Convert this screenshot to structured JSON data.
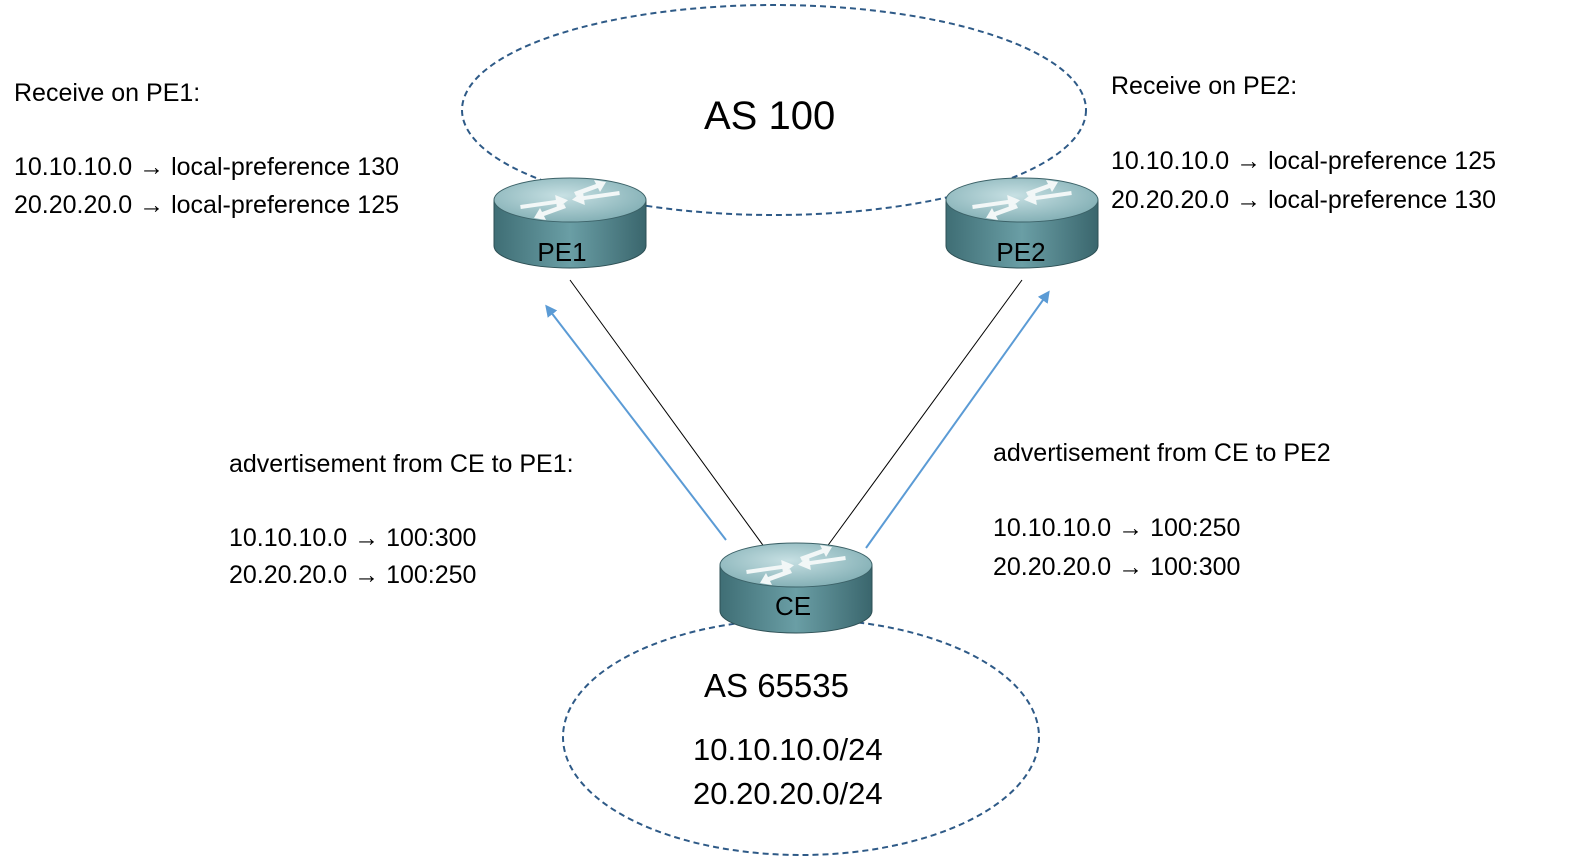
{
  "as_top": {
    "label": "AS 100"
  },
  "as_bottom": {
    "label": "AS 65535",
    "prefixes": [
      "10.10.10.0/24",
      "20.20.20.0/24"
    ]
  },
  "routers": {
    "pe1": {
      "label": "PE1",
      "icon": "router-icon"
    },
    "pe2": {
      "label": "PE2",
      "icon": "router-icon"
    },
    "ce": {
      "label": "CE",
      "icon": "router-icon"
    }
  },
  "pe1_receive": {
    "title": "Receive on PE1:",
    "lines": [
      {
        "prefix": "10.10.10.0",
        "arrow": "→",
        "value": "local-preference 130"
      },
      {
        "prefix": "20.20.20.0",
        "arrow": "→",
        "value": "local-preference 125"
      }
    ]
  },
  "pe2_receive": {
    "title": "Receive on PE2:",
    "lines": [
      {
        "prefix": "10.10.10.0",
        "arrow": "→",
        "value": "local-preference 125"
      },
      {
        "prefix": "20.20.20.0",
        "arrow": "→",
        "value": "local-preference 130"
      }
    ]
  },
  "adv_pe1": {
    "title": "advertisement from CE to PE1:",
    "lines": [
      {
        "prefix": "10.10.10.0",
        "arrow": "→",
        "value": "100:300"
      },
      {
        "prefix": "20.20.20.0",
        "arrow": "→",
        "value": "100:250"
      }
    ]
  },
  "adv_pe2": {
    "title": "advertisement from CE to PE2",
    "lines": [
      {
        "prefix": "10.10.10.0",
        "arrow": "→",
        "value": "100:250"
      },
      {
        "prefix": "20.20.20.0",
        "arrow": "→",
        "value": "100:300"
      }
    ]
  },
  "colors": {
    "as_boundary": "#2e5a87",
    "link": "#000000",
    "advertisement_arrow": "#5b9bd5",
    "router_body": "#5e8f96",
    "router_top": "#9fc3c8"
  }
}
